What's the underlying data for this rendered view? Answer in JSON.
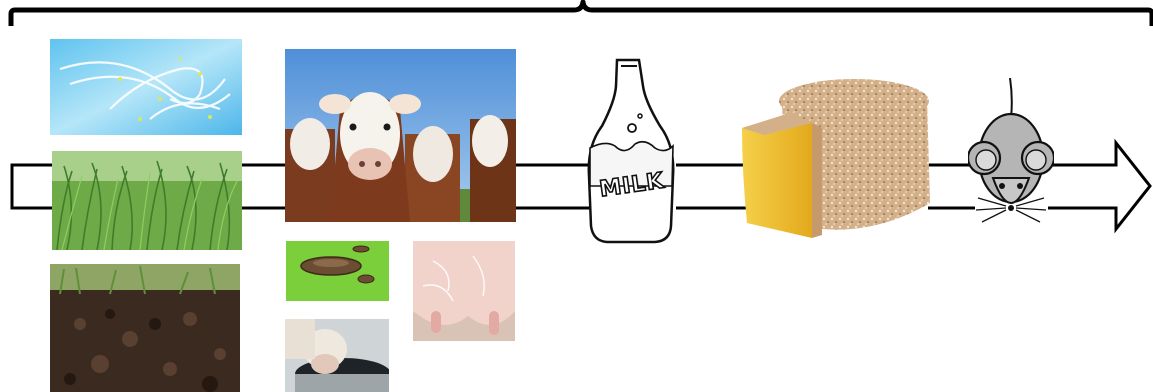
{
  "diagram": {
    "type": "flow",
    "bracket_color": "#000000",
    "arrow_color": "#000000",
    "inputs": [
      {
        "id": "air",
        "icon": "air-wind-icon"
      },
      {
        "id": "grass",
        "icon": "grass-icon"
      },
      {
        "id": "soil",
        "icon": "soil-icon"
      }
    ],
    "animal_group": [
      {
        "id": "cows",
        "icon": "cows-photo-icon"
      },
      {
        "id": "manure",
        "icon": "manure-icon"
      },
      {
        "id": "udder",
        "icon": "udder-icon"
      },
      {
        "id": "water",
        "icon": "drinking-water-icon"
      }
    ],
    "stages": [
      {
        "id": "milk",
        "icon": "milk-bottle-icon",
        "label": "MILK"
      },
      {
        "id": "cheese",
        "icon": "cheese-wheel-icon"
      },
      {
        "id": "mouse",
        "icon": "mouse-icon"
      }
    ],
    "colors": {
      "sky": "#8fd3f2",
      "grass": "#5a9a3c",
      "soil": "#3b2a20",
      "manure_bg": "#7bcf3a",
      "cheese_rind": "#d3b089",
      "cheese_paste": "#f3c12b",
      "mouse": "#b5b5b5"
    }
  }
}
